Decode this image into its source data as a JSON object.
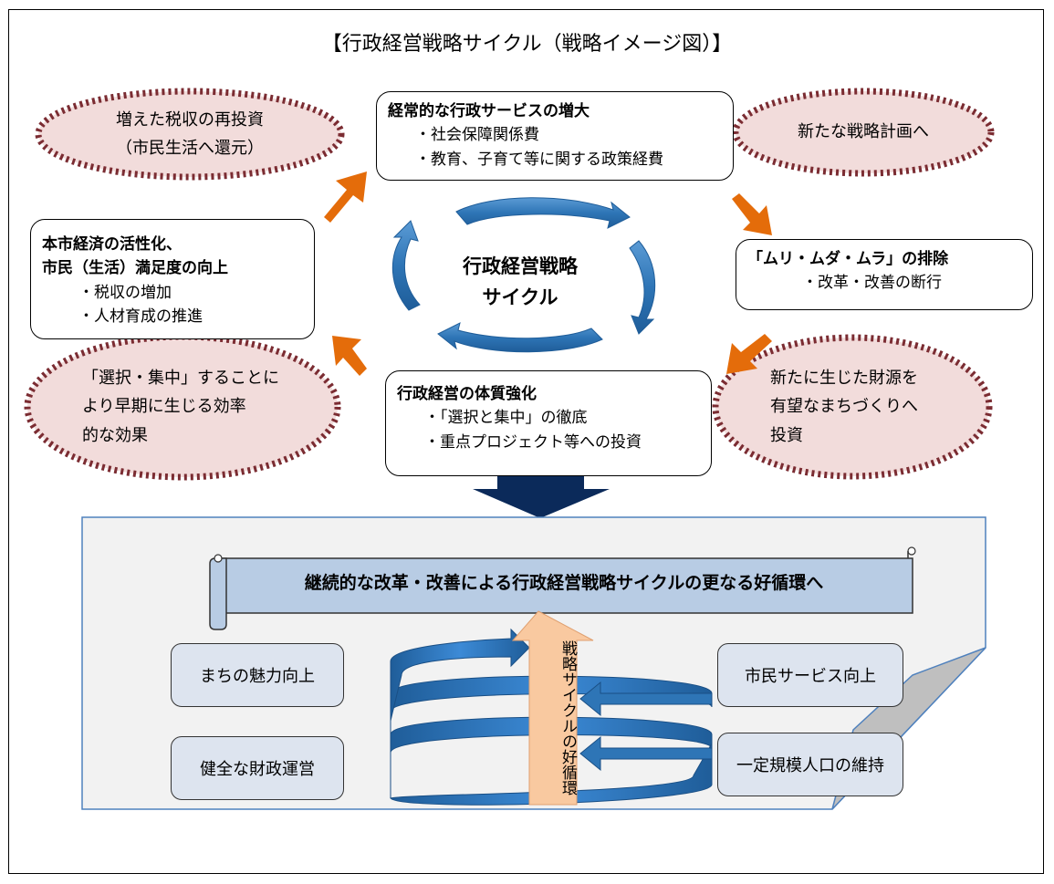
{
  "title": "【行政経営戦略サイクル（戦略イメージ図）】",
  "cycle": {
    "center_label_line1": "行政経営戦略",
    "center_label_line2": "サイクル",
    "top_box": {
      "heading": "経常的な行政サービスの増大",
      "items": [
        "・社会保障関係費",
        "・教育、子育て等に関する政策経費"
      ]
    },
    "right_box": {
      "heading": "「ムリ・ムダ・ムラ」の排除",
      "items": [
        "・改革・改善の断行"
      ]
    },
    "bottom_box": {
      "heading": "行政経営の体質強化",
      "items": [
        "・「選択と集中」の徹底",
        "・重点プロジェクト等への投資"
      ]
    },
    "left_box": {
      "heading_line1": "本市経済の活性化、",
      "heading_line2": "市民（生活）満足度の向上",
      "items": [
        "・税収の増加",
        "・人材育成の推進"
      ]
    },
    "ellipses": {
      "top_left_line1": "増えた税収の再投資",
      "top_left_line2": "（市民生活へ還元）",
      "top_right": "新たな戦略計画へ",
      "bottom_right_line1": "新たに生じた財源を",
      "bottom_right_line2": "有望なまちづくりへ",
      "bottom_right_line3": "投資",
      "bottom_left_line1": "「選択・集中」することに",
      "bottom_left_line2": "より早期に生じる効率",
      "bottom_left_line3": "的な効果"
    }
  },
  "lower": {
    "banner": "継続的な改革・改善による行政経営戦略サイクルの更なる好循環へ",
    "vertical_label": "戦略サイクルの好循環",
    "left_boxes": [
      "まちの魅力向上",
      "健全な財政運営"
    ],
    "right_boxes": [
      "市民サービス向上",
      "一定規模人口の維持"
    ]
  },
  "colors": {
    "ellipse_fill": "#f2dcdb",
    "ellipse_border": "#7b2c32",
    "orange_arrow": "#e46c0a",
    "blue_arrow": "#2e75b6",
    "navy_arrow": "#0b2a5a",
    "lower_bg": "#f2f2f2",
    "banner_fill": "#b8cce4",
    "box_fill": "#dde4ef",
    "up_arrow": "#f9c9a0"
  }
}
